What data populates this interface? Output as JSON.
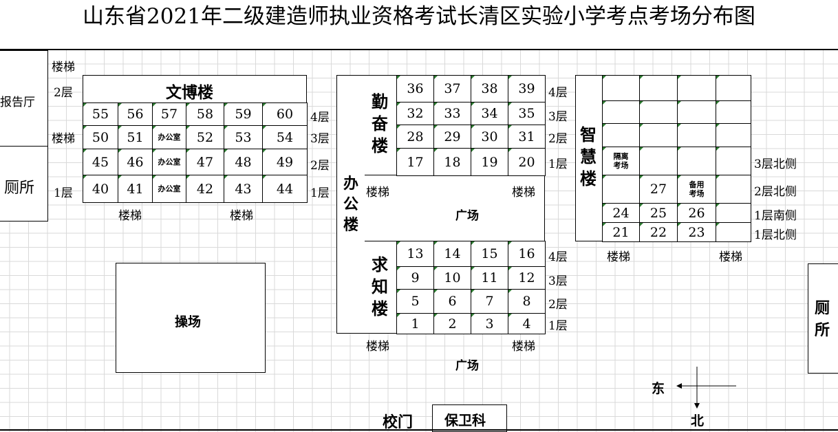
{
  "title": "山东省2021年二级建造师执业资格考试长清区实验小学考点考场分布图",
  "labels": {
    "stairs": "楼梯",
    "floor1": "1层",
    "floor2": "2层",
    "floor3": "3层",
    "floor4": "4层",
    "office": "办公室",
    "square": "广场",
    "report_hall": "报告厅",
    "toilet": "厕所",
    "office_building": "办公楼",
    "playground": "操场",
    "school_gate": "校门",
    "security": "保卫科",
    "east": "东",
    "north": "北"
  },
  "wenbo": {
    "name": "文博楼",
    "rows": [
      [
        "55",
        "56",
        "57",
        "58",
        "59",
        "60"
      ],
      [
        "50",
        "51",
        "办公室",
        "52",
        "53",
        "54"
      ],
      [
        "45",
        "46",
        "办公室",
        "47",
        "48",
        "49"
      ],
      [
        "40",
        "41",
        "办公室",
        "42",
        "43",
        "44"
      ]
    ]
  },
  "qinfen": {
    "name": "勤奋楼",
    "rows": [
      [
        "36",
        "37",
        "38",
        "39"
      ],
      [
        "32",
        "33",
        "34",
        "35"
      ],
      [
        "28",
        "29",
        "30",
        "31"
      ],
      [
        "17",
        "18",
        "19",
        "20"
      ]
    ]
  },
  "qiuzhi": {
    "name": "求知楼",
    "rows": [
      [
        "13",
        "14",
        "15",
        "16"
      ],
      [
        "9",
        "10",
        "11",
        "12"
      ],
      [
        "5",
        "6",
        "7",
        "8"
      ],
      [
        "1",
        "2",
        "3",
        "4"
      ]
    ]
  },
  "zhihui": {
    "name": "智慧楼",
    "isolation": "隔离考场",
    "backup": "备用考场",
    "r27": "27",
    "r24": "24",
    "r25": "25",
    "r26": "26",
    "r21": "21",
    "r22": "22",
    "r23": "23",
    "floor_labels": [
      "3层北侧",
      "2层北侧",
      "1层南侧",
      "1层北侧"
    ]
  }
}
